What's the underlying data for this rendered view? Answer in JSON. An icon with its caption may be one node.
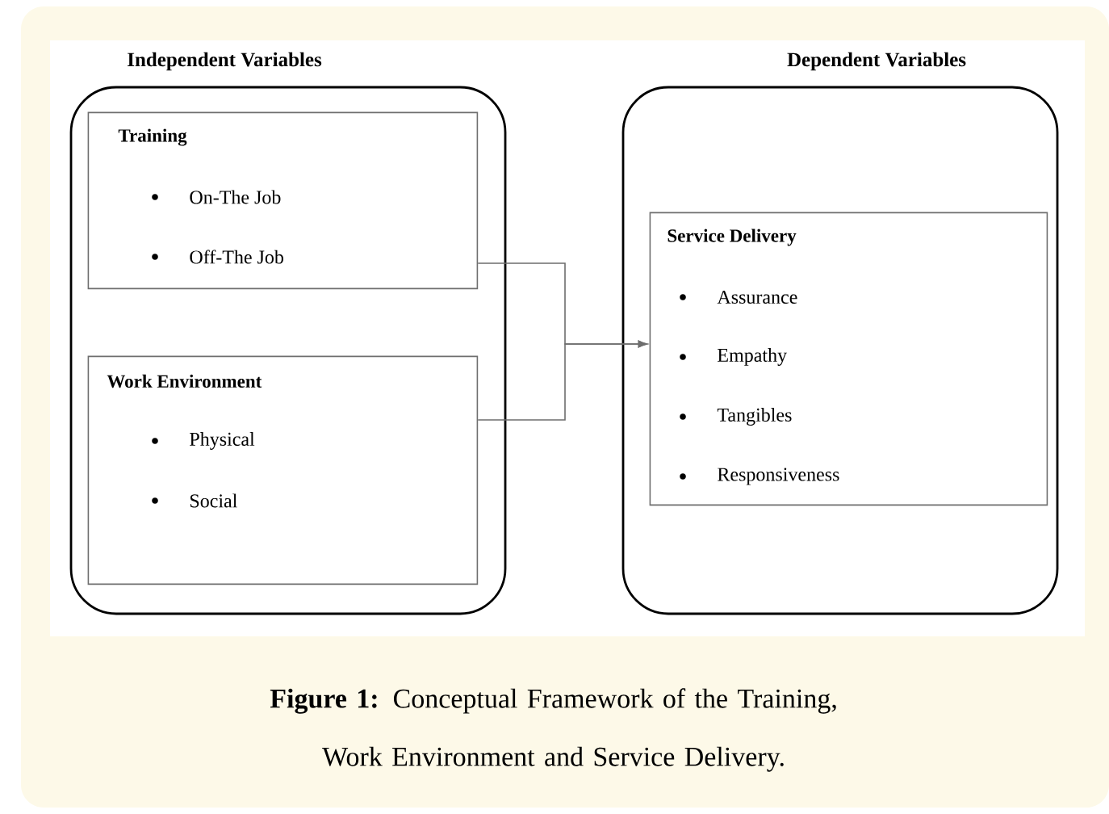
{
  "diagram": {
    "caption": "**Figure 1:** Conceptual Framework of the Training, Work Environment and Service Delivery.",
    "nodes": [
      {
        "text": [
          "Independent Variables"
        ]
      },
      {
        "text": [
          "Training",
          "On-The Job",
          "Off-The Job"
        ],
        "in": 0
      },
      {
        "text": [
          "Work Environment",
          "Physical",
          "Social"
        ],
        "in": 0
      },
      {
        "text": [
          "Dependent Variables"
        ]
      },
      {
        "text": [
          "Service Delivery",
          "Assurance",
          "Empathy",
          "Tangibles",
          "Responsiveness"
        ],
        "in": 3
      }
    ],
    "edges": [
      {
        "from": 1,
        "to": 4,
        "arrow": "to"
      },
      {
        "from": 2,
        "to": 4,
        "arrow": "to"
      }
    ]
  }
}
